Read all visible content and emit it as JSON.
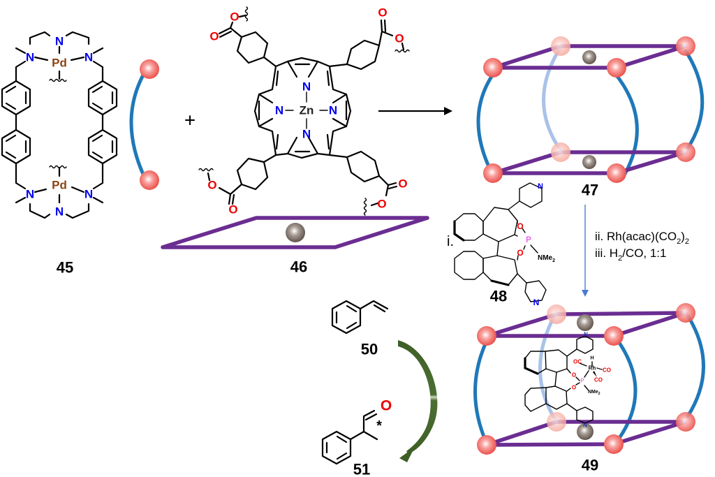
{
  "figure": {
    "type": "reaction-scheme",
    "colors": {
      "cage_edge": "#6a2d91",
      "linker_arc": "#1f78b8",
      "node_sphere": "#f05a5a",
      "metal_sphere": "#6e6258",
      "nitrogen": "#0000ee",
      "oxygen": "#ee0000",
      "palladium": "#8b4513",
      "phosphorus": "#ee66ee",
      "arrow_green": "#3e5e26",
      "arrow_blue": "#4a7bd0"
    }
  },
  "compounds": {
    "c45": {
      "label": "45",
      "atoms": {
        "n": "N",
        "pd": "Pd"
      }
    },
    "c46": {
      "label": "46",
      "atoms": {
        "n": "N",
        "zn": "Zn",
        "o": "O"
      }
    },
    "c47": {
      "label": "47"
    },
    "c48": {
      "label": "48",
      "step_prefix": "i.",
      "atoms": {
        "o": "O",
        "p": "P",
        "n": "N",
        "nme2": "NMe",
        "nme2_sub": "2"
      }
    },
    "c49": {
      "label": "49",
      "atoms": {
        "oc": "OC",
        "h": "H",
        "rh": "Rh",
        "co": "CO",
        "p": "P",
        "o": "O",
        "nme2": "NMe",
        "nme2_sub": "2",
        "n": "N"
      }
    },
    "c50": {
      "label": "50"
    },
    "c51": {
      "label": "51",
      "atoms": {
        "o": "O",
        "stereo": "*"
      }
    }
  },
  "plus_sign": "+",
  "conditions": {
    "step2": {
      "prefix": "ii. Rh(acac)(CO",
      "sub1": "2",
      "mid": ")",
      "sub2": "2"
    },
    "step3": {
      "prefix": "iii. H",
      "sub1": "2",
      "rest": "/CO, 1:1"
    }
  }
}
